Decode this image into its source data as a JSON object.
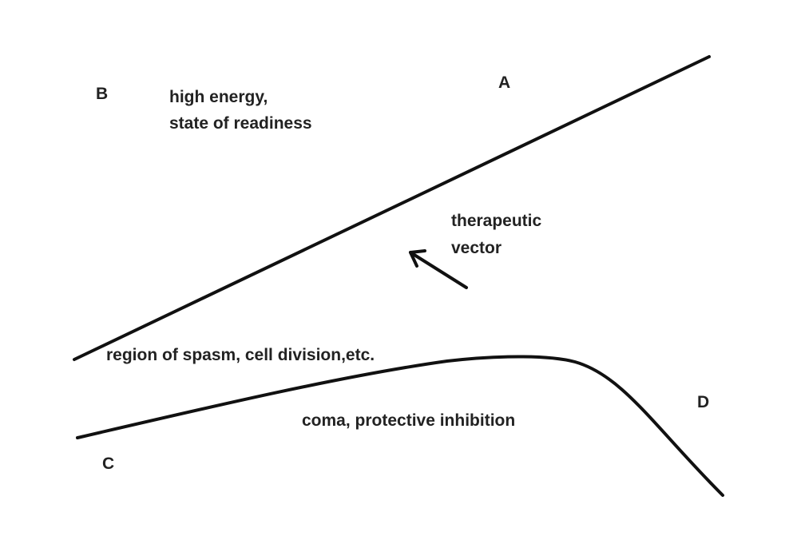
{
  "labels": {
    "a": "A",
    "b": "B",
    "c": "C",
    "d": "D",
    "high_energy_line1": "high energy,",
    "high_energy_line2": "state of readiness",
    "therapeutic_line1": "therapeutic",
    "therapeutic_line2": "vector",
    "spasm_region": "region of spasm, cell division,etc.",
    "coma_region": "coma, protective inhibition"
  },
  "colors": {
    "line": "#111111",
    "text": "#222222",
    "background": "#ffffff"
  },
  "icons": {
    "therapeutic_arrow": "arrow-up-left-icon"
  }
}
